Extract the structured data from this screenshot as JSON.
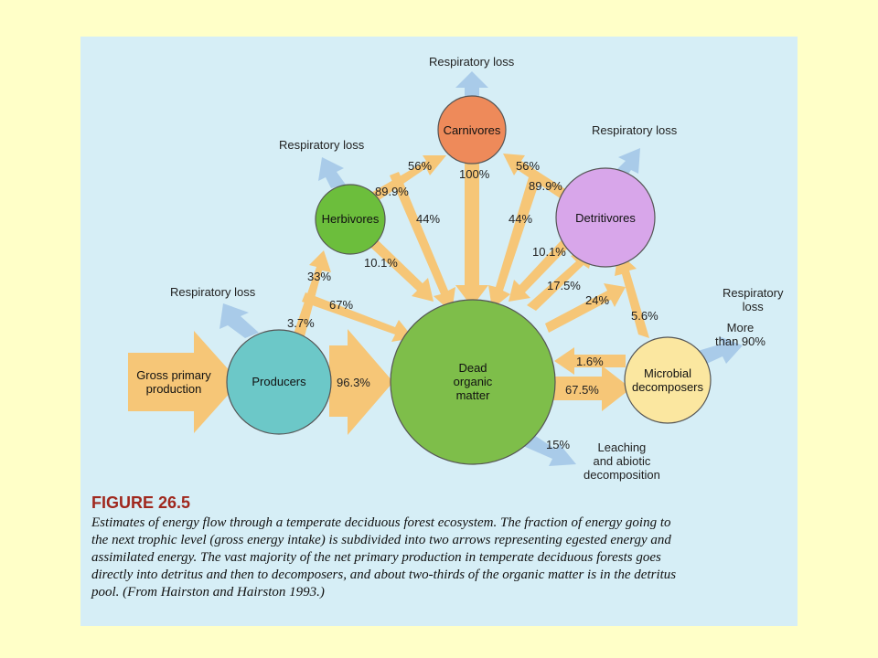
{
  "nodes": {
    "producers": "Producers",
    "herbivores": "Herbivores",
    "carnivores": "Carnivores",
    "detritivores": "Detritivores",
    "dead_organic_matter": "Dead\norganic\nmatter",
    "microbial_decomposers": "Microbial\ndecomposers"
  },
  "inputs": {
    "gross_primary_production": "Gross primary\nproduction"
  },
  "losses": {
    "respiratory_loss_producers": "Respiratory loss",
    "respiratory_loss_herbivores": "Respiratory loss",
    "respiratory_loss_carnivores": "Respiratory loss",
    "respiratory_loss_detritivores": "Respiratory loss",
    "respiratory_loss_microbial": "Respiratory\nloss",
    "more_than_90": "More\nthan 90%",
    "leaching": "Leaching\nand abiotic\ndecomposition"
  },
  "flows": {
    "prod_resp": "3.7%",
    "prod_herb": "33%",
    "prod_dead_upper": "67%",
    "prod_dead": "96.3%",
    "herb_resp_assim": "89.9%",
    "herb_carn": "56%",
    "herb_dead_44": "44%",
    "herb_dead": "10.1%",
    "carn_dead": "100%",
    "det_carn": "56%",
    "det_resp_assim": "89.9%",
    "det_dead_44": "44%",
    "det_dead": "10.1%",
    "dead_det": "17.5%",
    "dead_det_24": "24%",
    "micro_det": "5.6%",
    "micro_dead": "1.6%",
    "dead_micro": "67.5%",
    "dead_leach": "15%"
  },
  "colors": {
    "producers": "#6cc8c8",
    "herbivores": "#6cbe3c",
    "carnivores": "#ee8a5a",
    "detritivores": "#d8a6ea",
    "dead_organic_matter": "#7ebe4a",
    "microbial_decomposers": "#fbe7a0",
    "energy_arrow": "#f6c677",
    "respiratory_arrow": "#a9cbe9"
  },
  "caption": {
    "figure_label": "FIGURE 26.5",
    "text": "Estimates of energy flow through a temperate deciduous forest ecosystem. The fraction of energy going to the next trophic level (gross energy intake) is subdivided into two arrows representing egested energy and assimilated energy. The vast majority of the net primary production in temperate deciduous forests goes directly into detritus and then to decomposers, and about two-thirds of the organic matter is in the detritus pool. (From Hairston and Hairston 1993.)"
  }
}
